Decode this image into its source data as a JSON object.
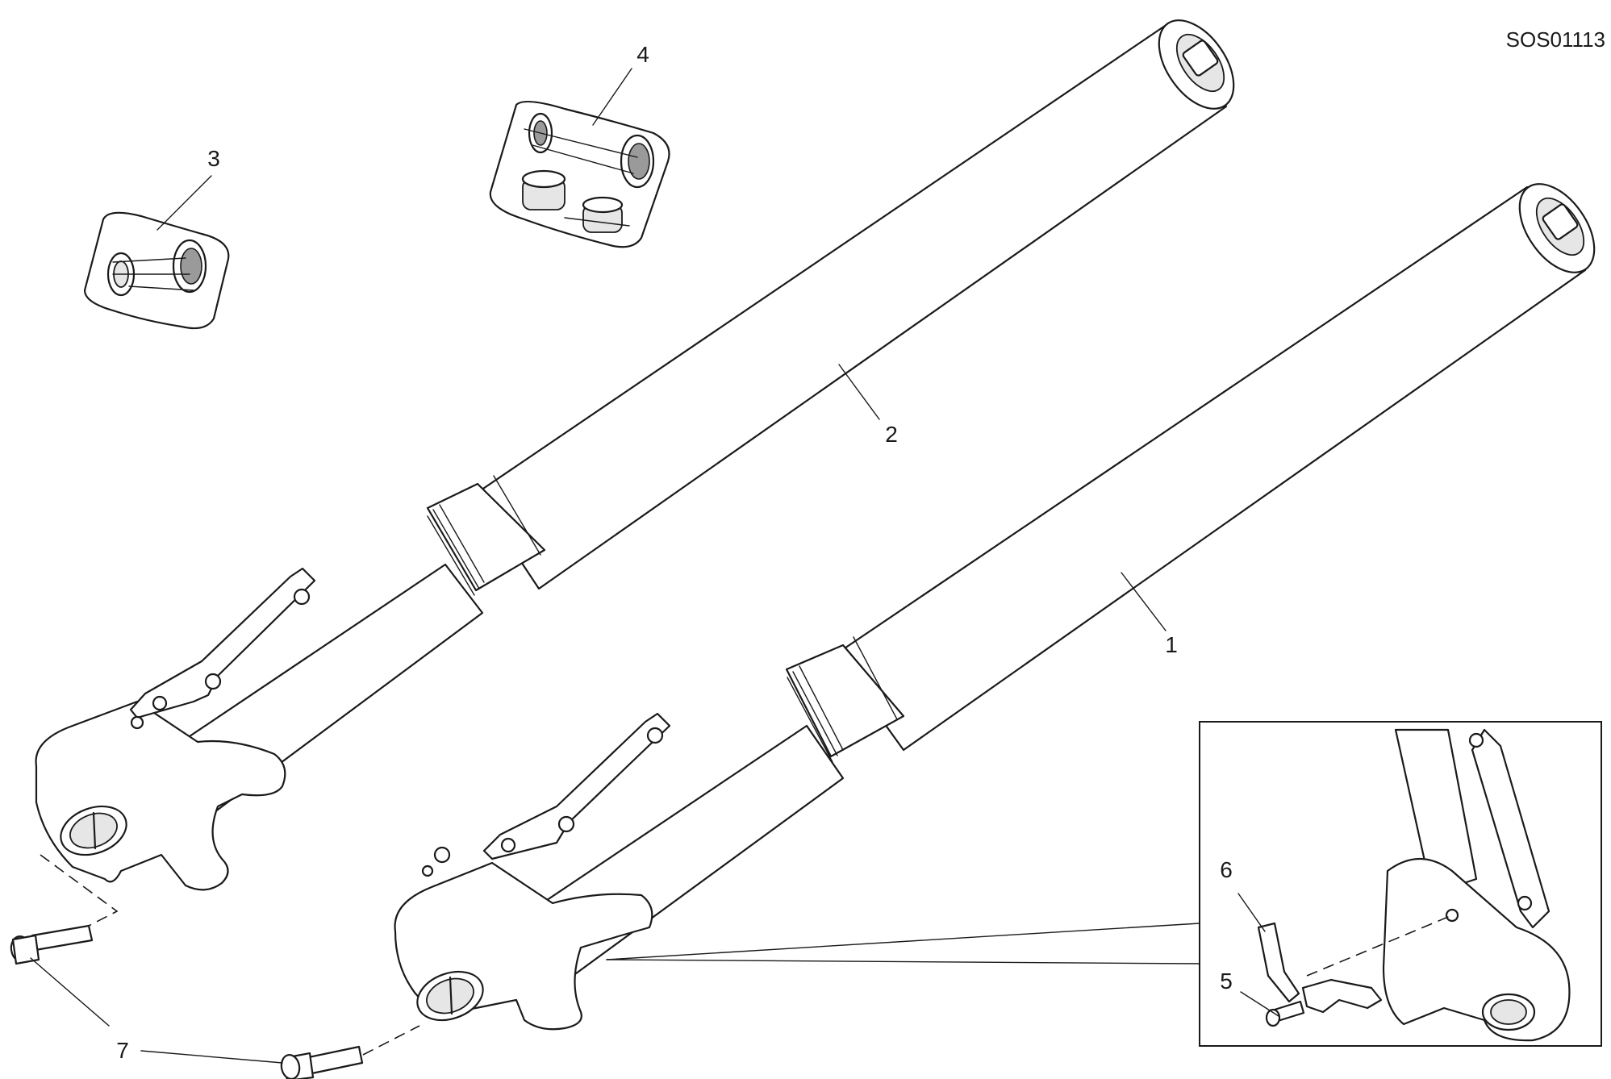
{
  "drawing_code": "SOS01113",
  "callouts": {
    "c1": "1",
    "c2": "2",
    "c3": "3",
    "c4": "4",
    "c5": "5",
    "c6": "6",
    "c7": "7"
  }
}
